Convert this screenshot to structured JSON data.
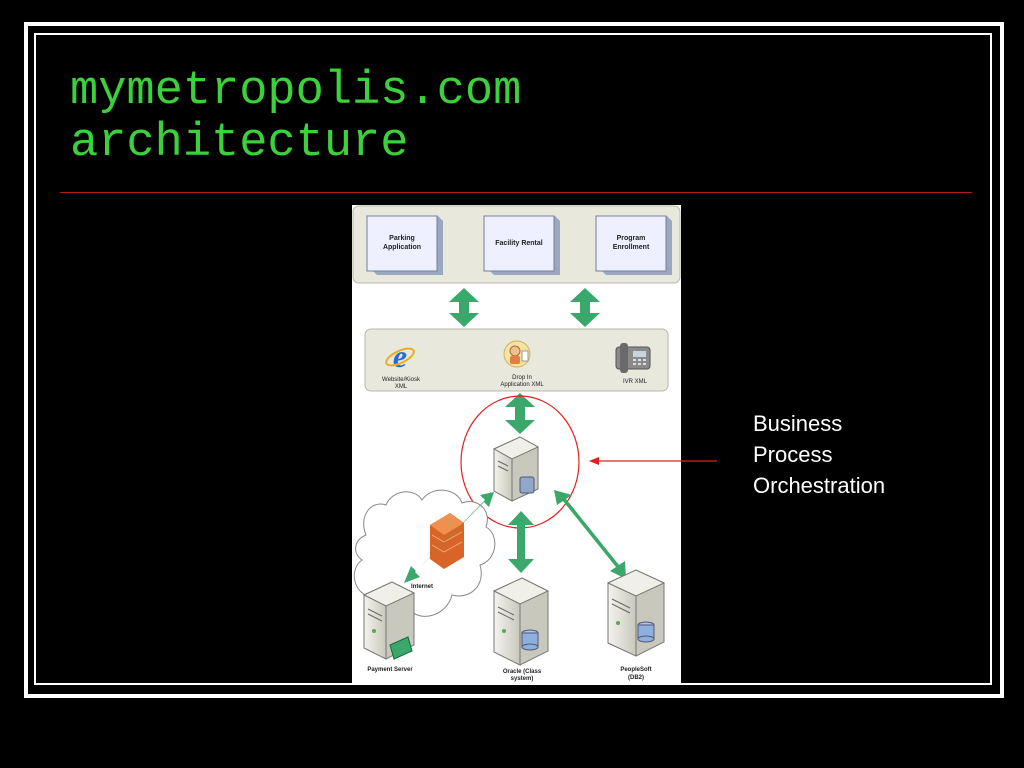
{
  "slide": {
    "title_line1": "mymetropolis.com",
    "title_line2": "architecture",
    "callout": {
      "line1": "Business",
      "line2": "Process",
      "line3": "Orchestration"
    }
  },
  "diagram": {
    "applications": [
      {
        "line1": "Parking",
        "line2": "Application"
      },
      {
        "line1": "Facility Rental",
        "line2": ""
      },
      {
        "line1": "Program",
        "line2": "Enrollment"
      }
    ],
    "channels": [
      {
        "line1": "Website/Kiosk",
        "line2": "XML",
        "icon": "internet-explorer-icon"
      },
      {
        "line1": "Drop In",
        "line2": "Application XML",
        "icon": "person-icon"
      },
      {
        "line1": "IVR XML",
        "line2": "",
        "icon": "telephone-icon"
      }
    ],
    "internet_label": "Internet",
    "servers": [
      {
        "line1": "Payment Server",
        "line2": ""
      },
      {
        "line1": "Oracle (Class",
        "line2": "system)"
      },
      {
        "line1": "PeopleSoft",
        "line2": "(DB2)"
      }
    ],
    "colors": {
      "arrow": "#3aa86a",
      "highlight": "#e02020",
      "firewall": "#e07030",
      "panel": "#e8e8dc"
    }
  }
}
